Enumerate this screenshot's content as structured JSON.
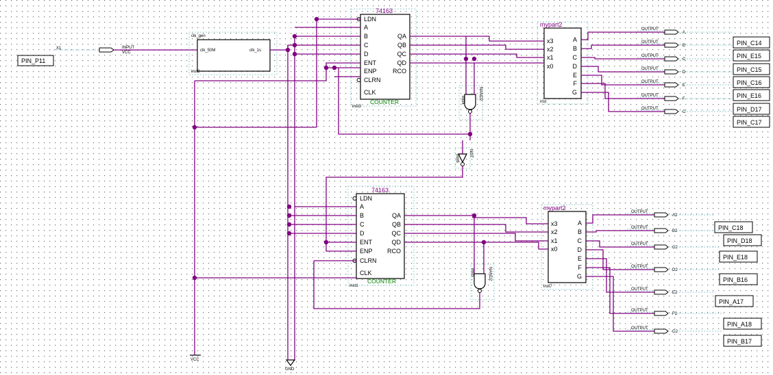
{
  "pin_input": {
    "label": "PIN_P11",
    "port": "X1",
    "io_type": "INPUT",
    "vcc": "VCC"
  },
  "clk_gen": {
    "title": "clk_gen",
    "in_port": "clk_50M",
    "out_port": "clk_1s",
    "instance": "inst2"
  },
  "counter_top": {
    "part": "74163",
    "caption": "COUNTER",
    "instance": "inst3",
    "left_ports": [
      "LDN",
      "A",
      "B",
      "C",
      "D",
      "ENT",
      "ENP",
      "CLRN",
      "CLK"
    ],
    "right_ports": [
      "QA",
      "QB",
      "QC",
      "QD",
      "RCO"
    ]
  },
  "counter_bottom": {
    "part": "74163",
    "caption": "COUNTER",
    "instance": "inst1",
    "left_ports": [
      "LDN",
      "A",
      "B",
      "C",
      "D",
      "ENT",
      "ENP",
      "CLRN",
      "CLK"
    ],
    "right_ports": [
      "QA",
      "QB",
      "QC",
      "QD",
      "RCO"
    ]
  },
  "mypart_top": {
    "title": "mypart2",
    "instance": "inst",
    "inputs": [
      "x3",
      "x2",
      "x1",
      "x0"
    ],
    "outputs": [
      "A",
      "B",
      "C",
      "D",
      "E",
      "F",
      "G"
    ]
  },
  "mypart_bottom": {
    "title": "mypart2",
    "instance": "inst7",
    "inputs": [
      "x3",
      "x2",
      "x1",
      "x0"
    ],
    "outputs": [
      "A",
      "B",
      "C",
      "D",
      "E",
      "F",
      "G"
    ]
  },
  "gates": {
    "nand_top": {
      "type": "NAND2",
      "instance": "inst4"
    },
    "nand_bottom": {
      "type": "NAND2",
      "instance": "inst5"
    },
    "not_mid": {
      "type": "NOT",
      "instance": "inst6"
    }
  },
  "symbols": {
    "vcc": "VCC",
    "gnd": "GND",
    "output_type": "OUTPUT"
  },
  "outputs_top": [
    {
      "net": "A",
      "pin": "PIN_C14"
    },
    {
      "net": "B",
      "pin": "PIN_E15"
    },
    {
      "net": "C",
      "pin": "PIN_C15"
    },
    {
      "net": "D",
      "pin": "PIN_C16"
    },
    {
      "net": "E",
      "pin": "PIN_E16"
    },
    {
      "net": "F",
      "pin": "PIN_D17"
    },
    {
      "net": "G",
      "pin": "PIN_C17"
    }
  ],
  "outputs_bottom": [
    {
      "net": "A2",
      "pin": "PIN_C18"
    },
    {
      "net": "B2",
      "pin": "PIN_D18"
    },
    {
      "net": "C2",
      "pin": "PIN_E18"
    },
    {
      "net": "D2",
      "pin": "PIN_B16"
    },
    {
      "net": "E2",
      "pin": "PIN_A17"
    },
    {
      "net": "F2",
      "pin": "PIN_A18"
    },
    {
      "net": "G2",
      "pin": "PIN_B17"
    }
  ]
}
